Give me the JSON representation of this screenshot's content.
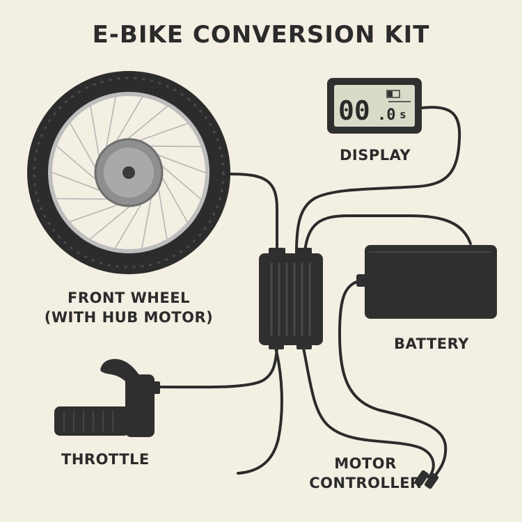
{
  "title": "E-BIKE CONVERSION KIT",
  "labels": {
    "display": "DISPLAY",
    "front_wheel_line1": "FRONT WHEEL",
    "front_wheel_line2": "(WITH HUB MOTOR)",
    "battery": "BATTERY",
    "throttle": "THROTTLE",
    "motor_controller_line1": "MOTOR",
    "motor_controller_line2": "CONTROLLER"
  },
  "lcd": {
    "main": "00",
    "small": ".0",
    "unit": "s"
  },
  "colors": {
    "background": "#f4efe3",
    "component": "#2f2f2f",
    "cable": "#2b2b2b",
    "lcd_screen": "#d6dcc8",
    "hub": "#9b9b9b"
  }
}
